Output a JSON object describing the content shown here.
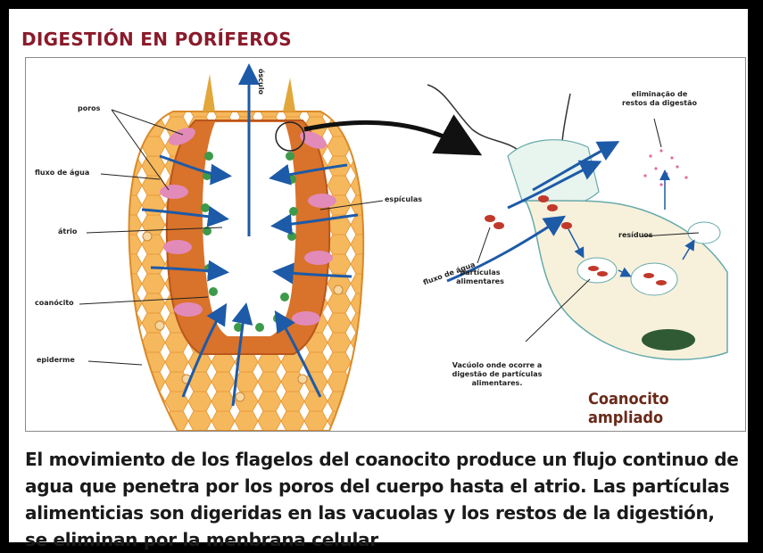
{
  "title": "DIGESTIÓN EN PORÍFEROS",
  "labels": {
    "poros": "poros",
    "osculo": "ósculo",
    "fluxo_agua_left": "fluxo de água",
    "atrio": "átrio",
    "espiculas": "espículas",
    "coanocito": "coanócito",
    "epiderme": "epiderme",
    "fluxo_agua_right": "fluxo de água",
    "particulas": "partículas alimentares",
    "residuos": "resíduos",
    "eliminacao": "eliminação de restos da digestão",
    "vacuolo": "Vacúolo onde ocorre a digestão de partículas alimentares."
  },
  "coanocito_title": "Coanocito ampliado",
  "caption": "El movimiento de los flagelos del coanocito produce un flujo continuo de agua que penetra por los poros del cuerpo hasta el atrio. Las partículas alimenticias son digeridas en las vacuolas y los restos de la digestión, se eliminan por la menbrana celular",
  "colors": {
    "body": "#f2a94a",
    "mesh": "#f7c27a",
    "flow_arrow": "#1d5aa8",
    "choanocyte_green": "#3d9a4a",
    "pink": "#e28ab8",
    "title": "#8a1a2a"
  }
}
